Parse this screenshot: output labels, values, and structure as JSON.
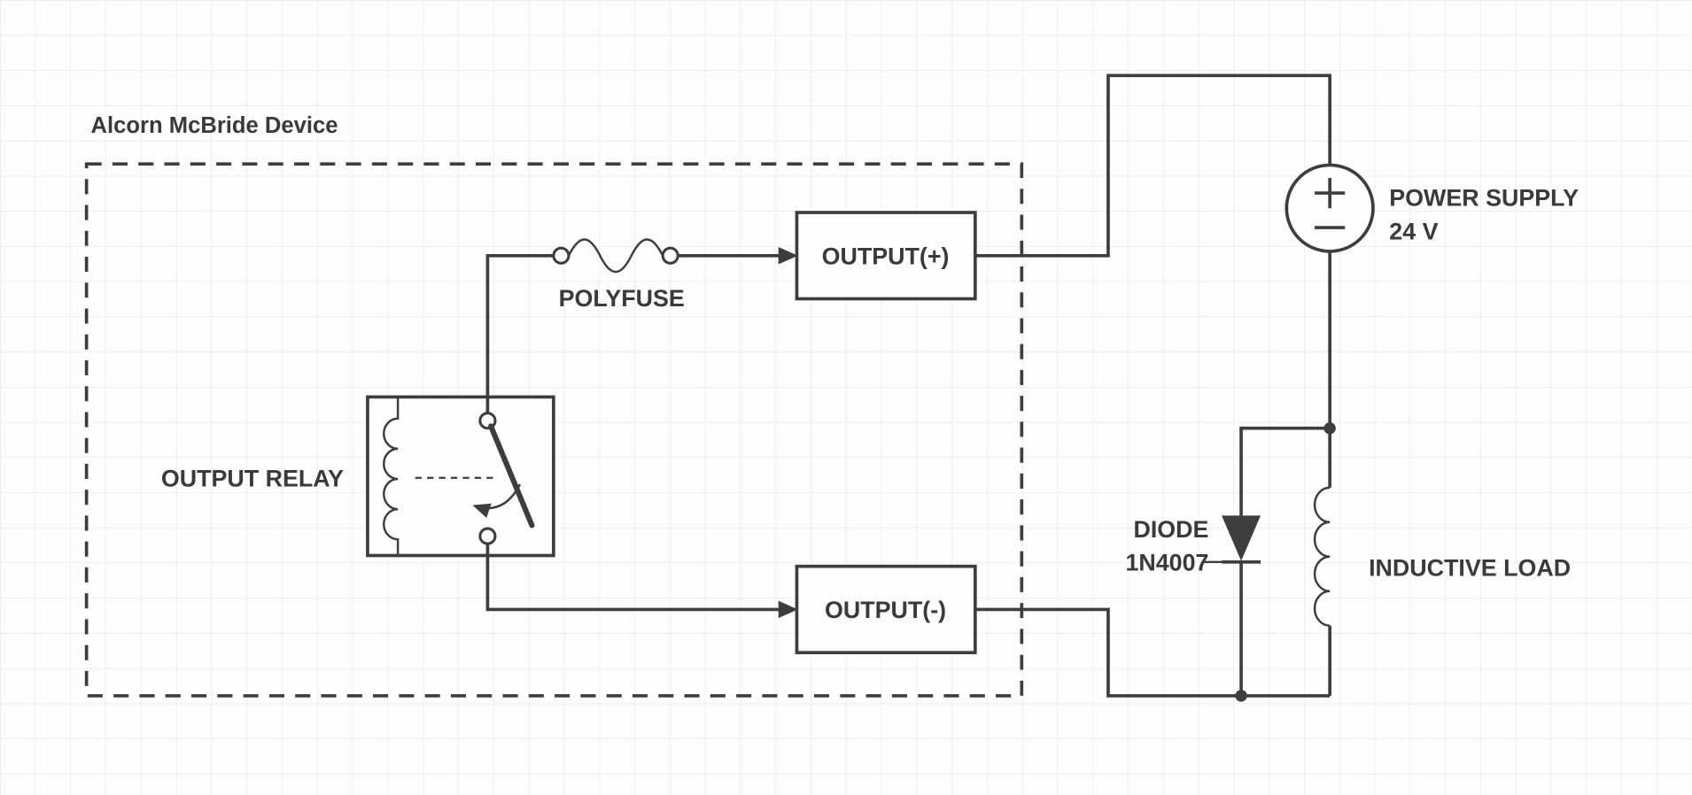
{
  "colors": {
    "line": "#3d3d3d",
    "text": "#3a3a3a",
    "grid": "#e6e6e6",
    "background": "#fdfdfd"
  },
  "diagram": {
    "device_box_label": "Alcorn McBride Device",
    "relay": {
      "label": "OUTPUT RELAY"
    },
    "polyfuse": {
      "label": "POLYFUSE"
    },
    "output_positive": {
      "label": "OUTPUT(+)"
    },
    "output_negative": {
      "label": "OUTPUT(-)"
    },
    "power_supply": {
      "label_line1": "POWER SUPPLY",
      "label_line2": "24 V",
      "plus": "+",
      "minus": "−"
    },
    "diode": {
      "label_line1": "DIODE",
      "label_line2": "1N4007"
    },
    "inductive_load": {
      "label": "INDUCTIVE LOAD"
    }
  }
}
